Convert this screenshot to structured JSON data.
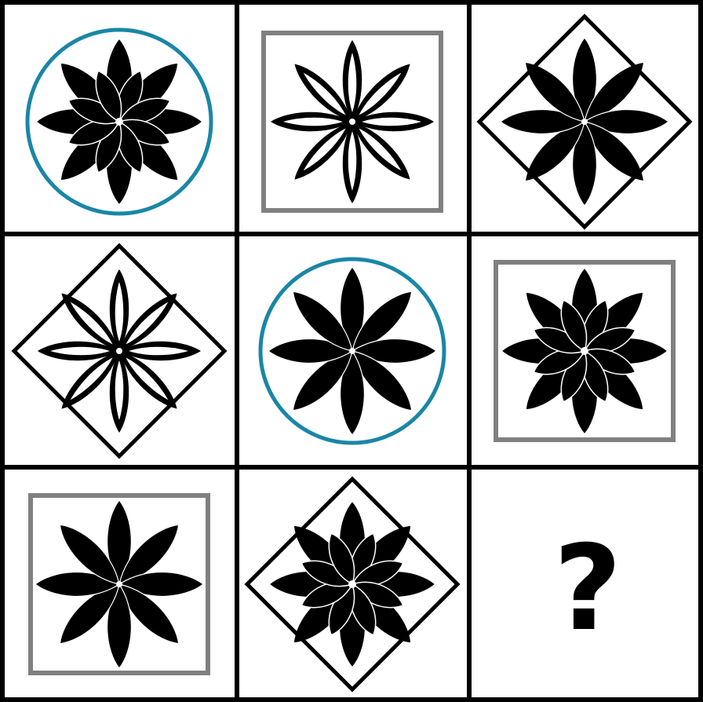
{
  "puzzle": {
    "answer_placeholder": "?",
    "colors": {
      "grid_line": "#000000",
      "background": "#ffffff",
      "circle_frame": "#1a86a6",
      "square_frame": "#808080",
      "diamond_frame": "#000000",
      "petal_fill": "#000000",
      "petal_outline": "#ffffff"
    },
    "cells": [
      {
        "frame": "circle",
        "flower": "double-solid",
        "icon": "dense-flower-icon"
      },
      {
        "frame": "square",
        "flower": "hollow",
        "icon": "outlined-flower-icon"
      },
      {
        "frame": "diamond",
        "flower": "simple",
        "icon": "simple-flower-icon"
      },
      {
        "frame": "diamond",
        "flower": "hollow",
        "icon": "outlined-flower-icon"
      },
      {
        "frame": "circle",
        "flower": "simple",
        "icon": "simple-flower-icon"
      },
      {
        "frame": "square",
        "flower": "double-solid",
        "icon": "dense-flower-icon"
      },
      {
        "frame": "square",
        "flower": "simple",
        "icon": "simple-flower-icon"
      },
      {
        "frame": "diamond",
        "flower": "double-solid",
        "icon": "dense-flower-icon"
      },
      {
        "frame": "none",
        "flower": "none",
        "icon": "question-mark-icon"
      }
    ]
  }
}
